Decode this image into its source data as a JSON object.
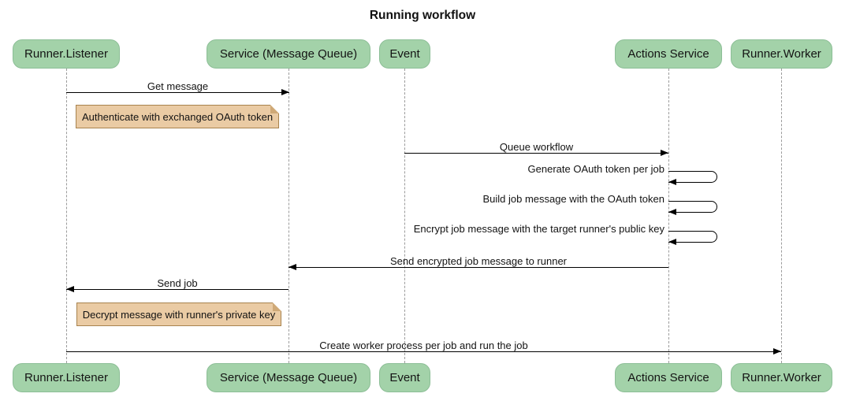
{
  "title": "Running workflow",
  "participants": [
    {
      "label": "Runner.Listener"
    },
    {
      "label": "Service (Message Queue)"
    },
    {
      "label": "Event"
    },
    {
      "label": "Actions Service"
    },
    {
      "label": "Runner.Worker"
    }
  ],
  "messages": [
    {
      "label": "Get message",
      "from": "Runner.Listener",
      "to": "Service (Message Queue)",
      "kind": "solid-arrow"
    },
    {
      "label": "Queue workflow",
      "from": "Event",
      "to": "Actions Service",
      "kind": "solid-arrow"
    },
    {
      "label": "Generate OAuth token per job",
      "from": "Actions Service",
      "to": "Actions Service",
      "kind": "self-loop"
    },
    {
      "label": "Build job message with the OAuth token",
      "from": "Actions Service",
      "to": "Actions Service",
      "kind": "self-loop"
    },
    {
      "label": "Encrypt job message with the target runner's public key",
      "from": "Actions Service",
      "to": "Actions Service",
      "kind": "self-loop"
    },
    {
      "label": "Send encrypted job message to runner",
      "from": "Actions Service",
      "to": "Service (Message Queue)",
      "kind": "solid-arrow"
    },
    {
      "label": "Send job",
      "from": "Service (Message Queue)",
      "to": "Runner.Listener",
      "kind": "solid-arrow"
    },
    {
      "label": "Create worker process per job and run the job",
      "from": "Runner.Listener",
      "to": "Runner.Worker",
      "kind": "solid-arrow"
    }
  ],
  "notes": [
    {
      "label": "Authenticate with exchanged OAuth token",
      "position": "right of Runner.Listener"
    },
    {
      "label": "Decrypt message with runner's private key",
      "position": "right of Runner.Listener"
    }
  ],
  "colors": {
    "participant_fill": "#a3d2a9",
    "participant_border": "#8cbe96",
    "note_fill": "#eacba4",
    "note_border": "#a8834e",
    "lifeline": "#9b9b9b",
    "arrow": "#000000",
    "text": "#131313",
    "background": "#ffffff"
  }
}
